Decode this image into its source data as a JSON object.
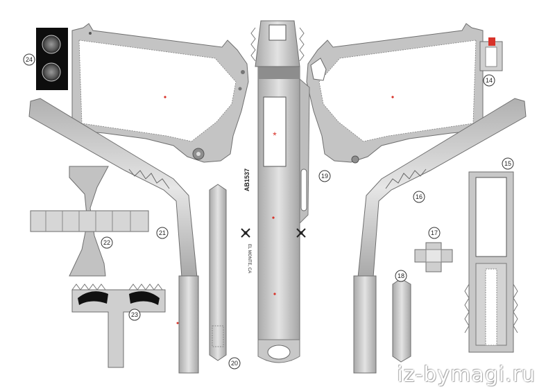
{
  "sheet": {
    "engraving_serial": "AB1537",
    "engraving_city": "EL MONTE, CA",
    "watermark": "iz-bymagi.ru",
    "part_numbers": [
      "14",
      "15",
      "16",
      "17",
      "18",
      "19",
      "20",
      "21",
      "22",
      "23",
      "24"
    ]
  },
  "colors": {
    "metal": "#c9c9c9",
    "metal_dark": "#8f8f8f",
    "panel": "#ffffff",
    "center_dot": "#d8332a",
    "outline": "#6e6e6e",
    "grip_piece_bg": "#0d0d0d"
  }
}
